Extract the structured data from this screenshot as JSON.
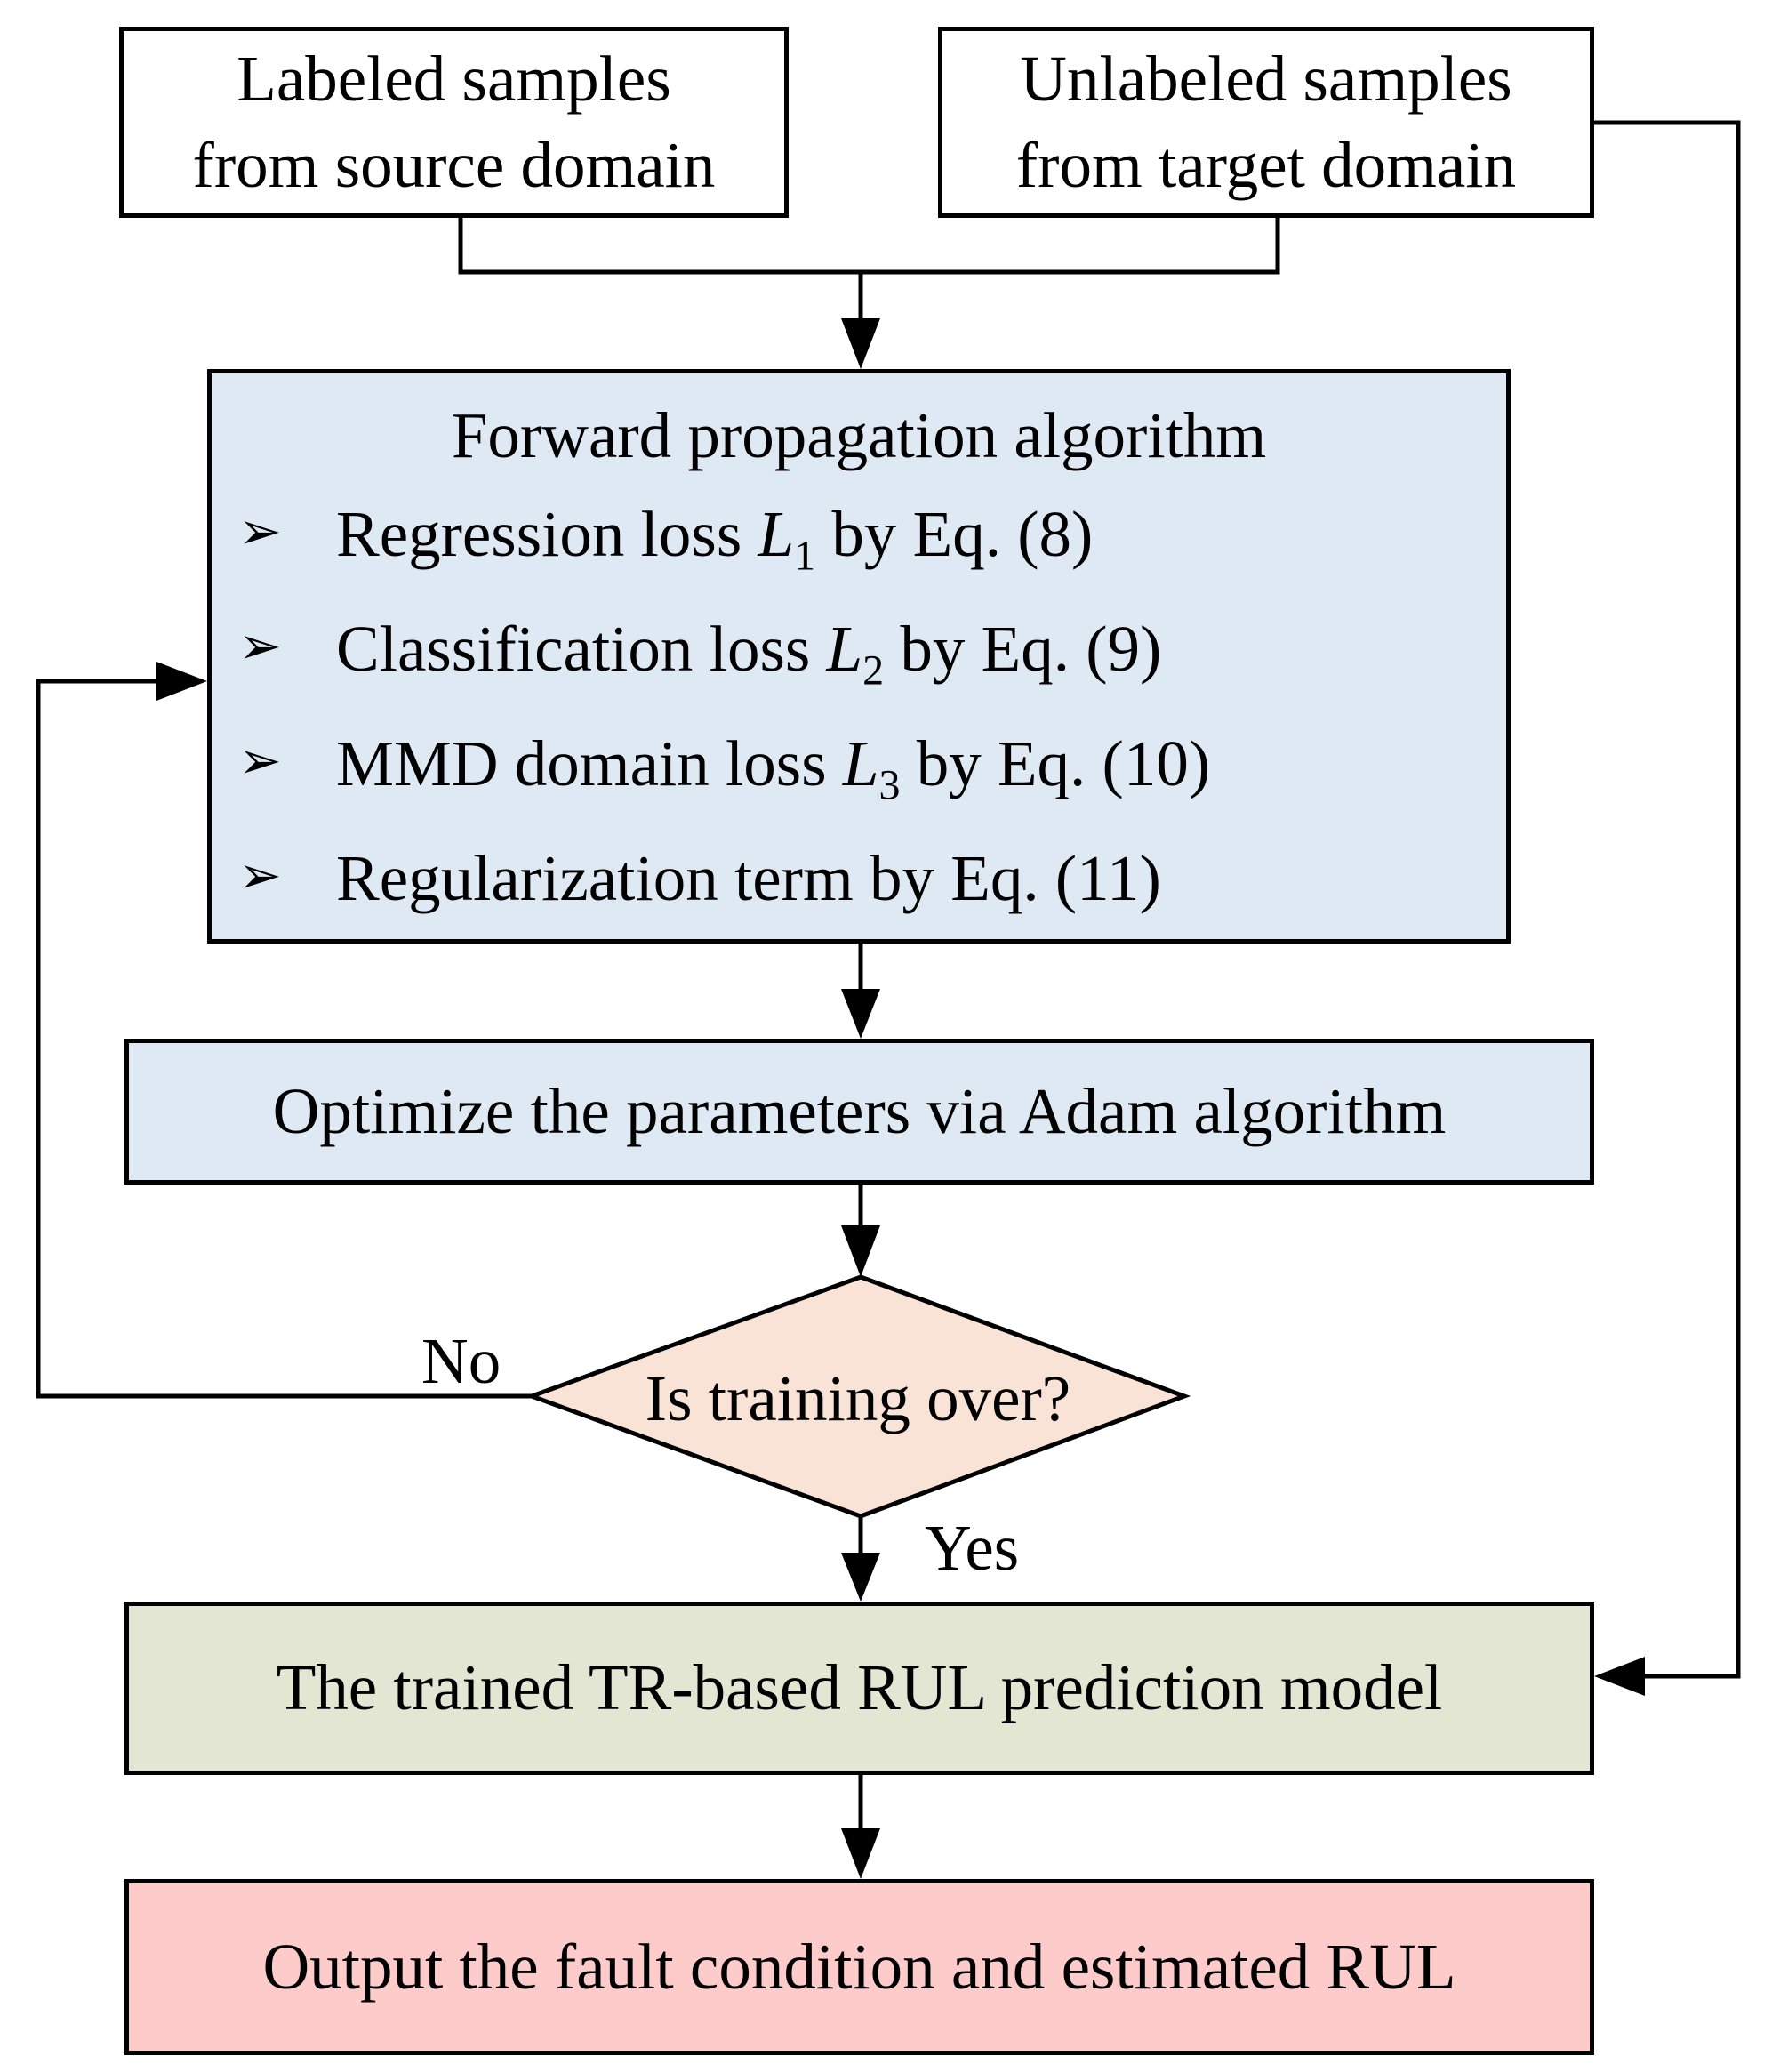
{
  "diagram": {
    "source_box": {
      "line1": "Labeled samples",
      "line2": "from source domain"
    },
    "target_box": {
      "line1": "Unlabeled samples",
      "line2": "from target domain"
    },
    "forward_box": {
      "title": "Forward propagation algorithm",
      "bullet_symbol": "➢",
      "items": [
        {
          "pre": "Regression loss ",
          "var": "L",
          "sub": "1",
          "post": " by Eq. (8)"
        },
        {
          "pre": "Classification loss ",
          "var": "L",
          "sub": "2",
          "post": " by Eq. (9)"
        },
        {
          "pre": "MMD domain loss ",
          "var": "L",
          "sub": "3",
          "post": " by Eq. (10)"
        },
        {
          "pre": "Regularization term by Eq. (11)",
          "var": "",
          "sub": "",
          "post": ""
        }
      ]
    },
    "optimize_box": {
      "label": "Optimize the parameters via Adam algorithm"
    },
    "decision": {
      "label": "Is training over?",
      "no_label": "No",
      "yes_label": "Yes"
    },
    "model_box": {
      "label": "The trained TR-based RUL prediction model"
    },
    "output_box": {
      "label": "Output the fault condition and estimated RUL"
    },
    "colors": {
      "forward_fill": "#dfe9f3",
      "optimize_fill": "#dfe9f3",
      "decision_fill": "#f8e3d6",
      "model_fill": "#e3e6d3",
      "output_fill": "#fdcbca",
      "line": "#000000"
    }
  }
}
